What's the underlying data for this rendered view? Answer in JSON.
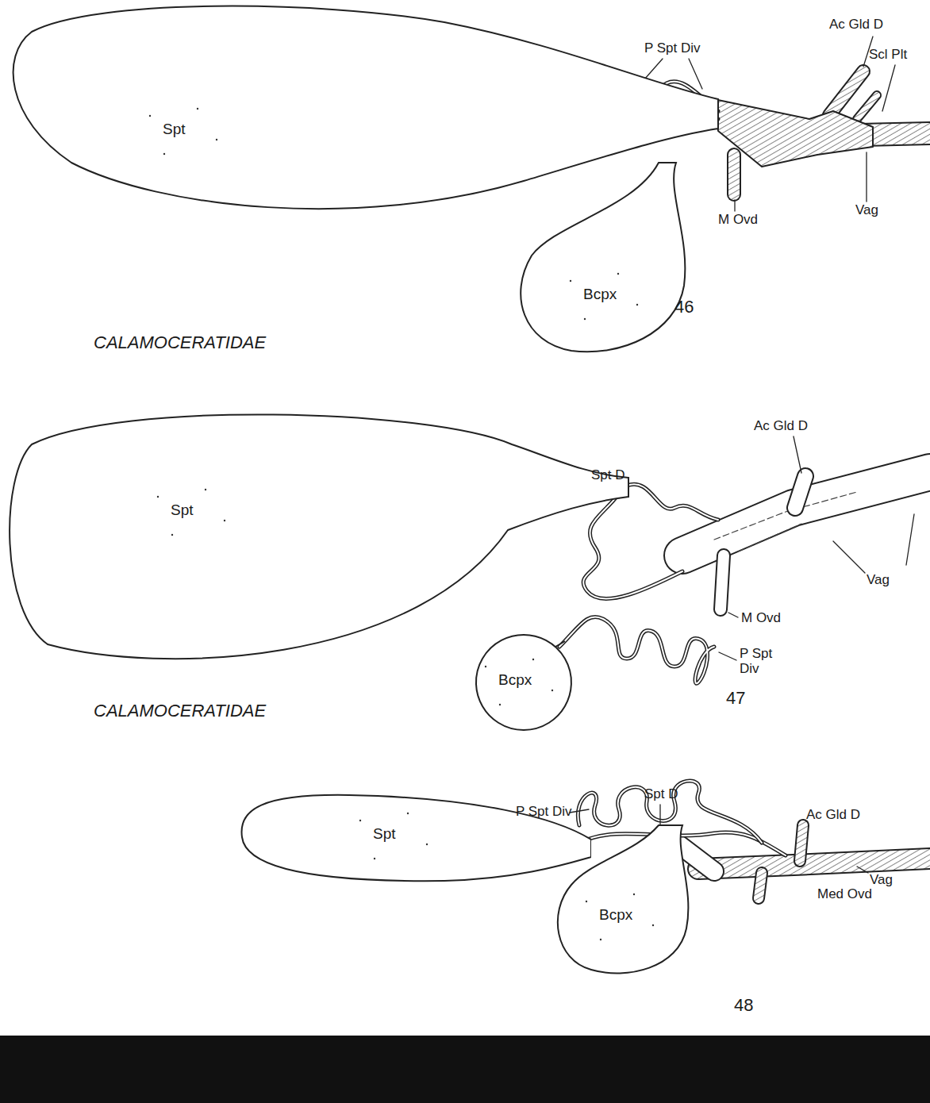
{
  "diagram": {
    "nodes": [
      {
        "text": [
          "Spt"
        ]
      },
      {
        "text": [
          "Bcpx"
        ]
      },
      {
        "text": [
          "Spt"
        ]
      },
      {
        "text": [
          "Bcpx"
        ]
      },
      {
        "text": [
          "Spt"
        ]
      },
      {
        "text": [
          "Bcpx"
        ]
      }
    ],
    "labels": [
      "Ac Gld D",
      "P Spt Div",
      "Scl Plt",
      "Vag",
      "M Ovd",
      "46",
      "CALAMOCERATIDAE",
      "Ac Gld D",
      "Spt D",
      "Vag",
      "M Ovd",
      "P Spt Div",
      "47",
      "CALAMOCERATIDAE",
      "Spt D",
      "P Spt Div",
      "Ac Gld D",
      "Vag",
      "Med Ovd",
      "48"
    ]
  }
}
